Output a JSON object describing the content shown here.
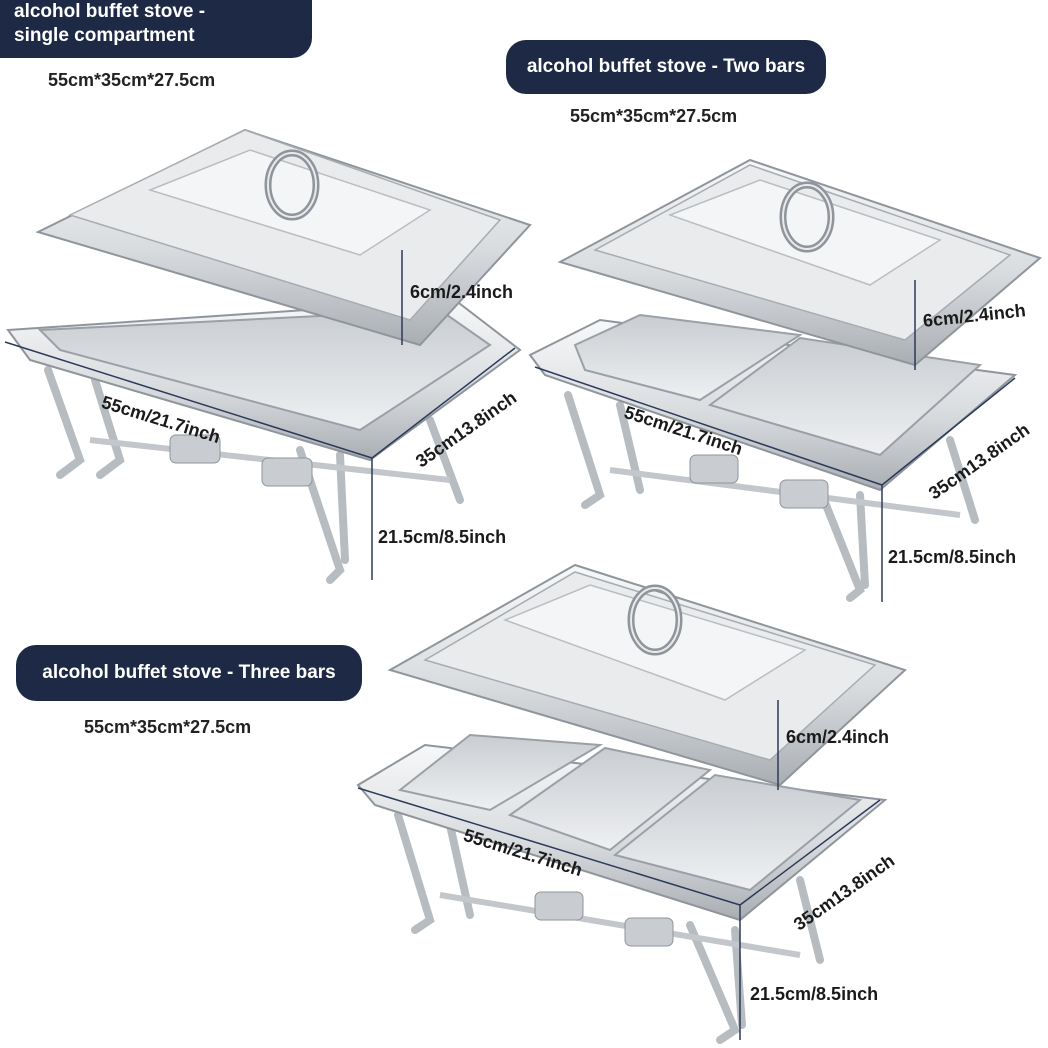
{
  "colors": {
    "pill_bg": "#1e2a45",
    "pill_text": "#ffffff",
    "steel_light": "#eef0f2",
    "steel_dark": "#9aa0a6",
    "dim_line": "#2b3a5a"
  },
  "single": {
    "title_line1": "alcohol buffet stove -",
    "title_line2": "single compartment",
    "size": "55cm*35cm*27.5cm",
    "lid_height": "6cm/2.4inch",
    "length": "55cm/21.7inch",
    "width": "35cm13.8inch",
    "stand_height": "21.5cm/8.5inch"
  },
  "two": {
    "title": "alcohol buffet stove - Two bars",
    "size": "55cm*35cm*27.5cm",
    "lid_height": "6cm/2.4inch",
    "length": "55cm/21.7inch",
    "width": "35cm13.8inch",
    "stand_height": "21.5cm/8.5inch"
  },
  "three": {
    "title": "alcohol buffet stove - Three bars",
    "size": "55cm*35cm*27.5cm",
    "lid_height": "6cm/2.4inch",
    "length": "55cm/21.7inch",
    "width": "35cm13.8inch",
    "stand_height": "21.5cm/8.5inch"
  }
}
